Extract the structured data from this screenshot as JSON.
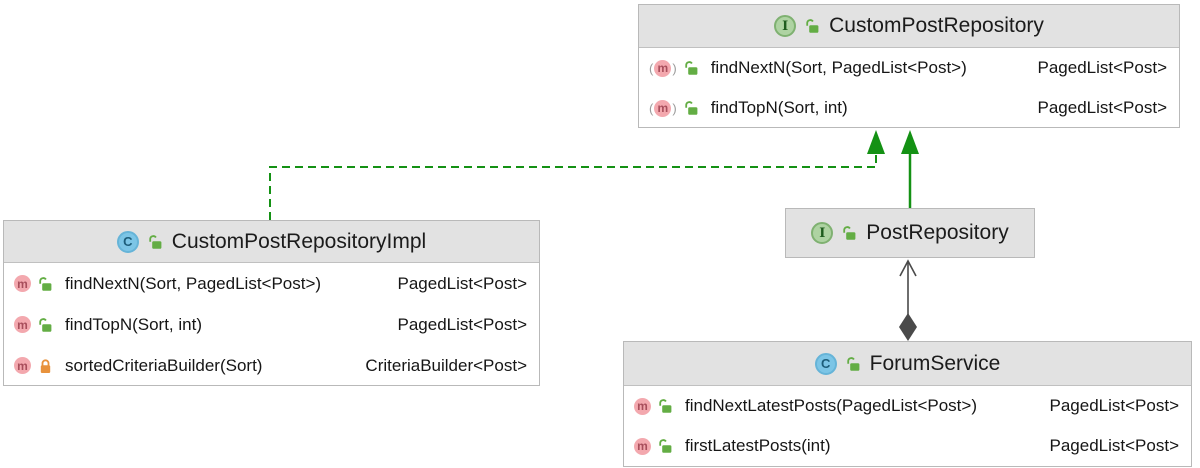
{
  "diagram": {
    "type": "uml-class-diagram",
    "colors": {
      "arrow_green": "#149114",
      "connector_gray": "#4a4a4a",
      "header_bg": "#e2e2e2",
      "node_border": "#b9b9b9",
      "interface_icon_green": "#aed3a2",
      "class_icon_blue": "#7cc5e6",
      "method_icon_pink": "#f3a8ae",
      "public_lock_green": "#63ad44",
      "private_lock_orange": "#e8923c"
    },
    "classes": [
      {
        "title": "CustomPostRepository",
        "kind": "interface",
        "visibility": "public",
        "methods": [
          {
            "signature": "findNextN(Sort, PagedList<Post>)",
            "return_type": "PagedList<Post>",
            "modifier": "abstract",
            "visibility": "public"
          },
          {
            "signature": "findTopN(Sort, int)",
            "return_type": "PagedList<Post>",
            "modifier": "abstract",
            "visibility": "public"
          }
        ]
      },
      {
        "title": "CustomPostRepositoryImpl",
        "kind": "class",
        "visibility": "public",
        "methods": [
          {
            "signature": "findNextN(Sort, PagedList<Post>)",
            "return_type": "PagedList<Post>",
            "modifier": "",
            "visibility": "public"
          },
          {
            "signature": "findTopN(Sort, int)",
            "return_type": "PagedList<Post>",
            "modifier": "",
            "visibility": "public"
          },
          {
            "signature": "sortedCriteriaBuilder(Sort)",
            "return_type": "CriteriaBuilder<Post>",
            "modifier": "",
            "visibility": "private"
          }
        ]
      },
      {
        "title": "PostRepository",
        "kind": "interface",
        "visibility": "public",
        "methods": []
      },
      {
        "title": "ForumService",
        "kind": "class",
        "visibility": "public",
        "methods": [
          {
            "signature": "findNextLatestPosts(PagedList<Post>)",
            "return_type": "PagedList<Post>",
            "modifier": "",
            "visibility": "public"
          },
          {
            "signature": "firstLatestPosts(int)",
            "return_type": "PagedList<Post>",
            "modifier": "",
            "visibility": "public"
          }
        ]
      }
    ],
    "relationships": [
      {
        "from": "CustomPostRepositoryImpl",
        "to": "CustomPostRepository",
        "type": "realization",
        "line": "dashed",
        "color": "#149114"
      },
      {
        "from": "PostRepository",
        "to": "CustomPostRepository",
        "type": "generalization",
        "line": "solid",
        "color": "#149114"
      },
      {
        "from": "ForumService",
        "to": "PostRepository",
        "type": "aggregation",
        "line": "solid",
        "color": "#4a4a4a"
      }
    ]
  },
  "icons": {
    "interface_letter": "I",
    "class_letter": "C",
    "method_letter": "m",
    "paren_open": "(",
    "paren_close": ")"
  }
}
